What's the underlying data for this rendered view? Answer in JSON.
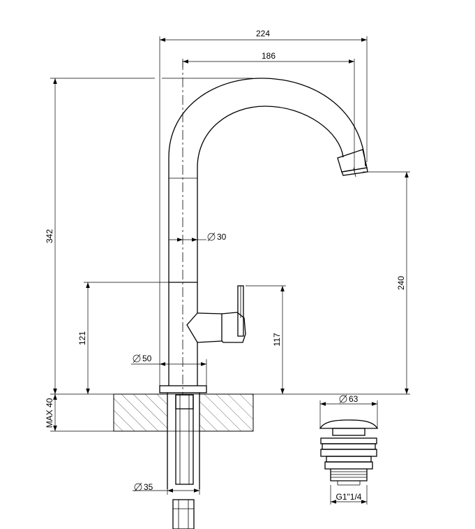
{
  "dimensions": {
    "width_total": "224",
    "reach": "186",
    "height_total": "342",
    "spout_height": "240",
    "lever_base_height": "121",
    "lever_height": "117",
    "body_diameter": "30",
    "base_diameter": "50",
    "shank_diameter": "35",
    "deck_thickness": "MAX 40",
    "waste_diameter": "63",
    "thread": "G1\"1/4"
  }
}
